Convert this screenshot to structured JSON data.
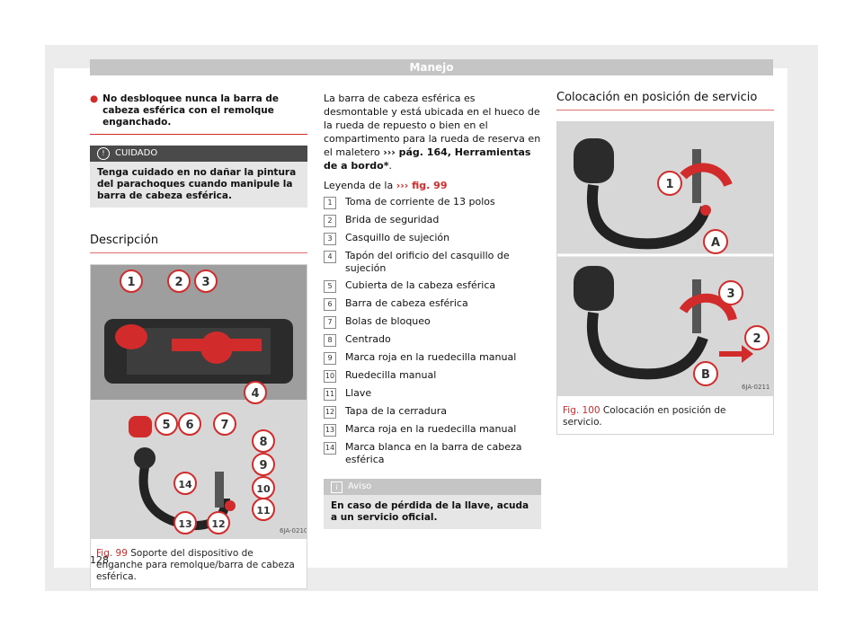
{
  "header": {
    "title": "Manejo"
  },
  "left": {
    "bullet_text": "No desbloquee nunca la barra de cabeza esférica con el remolque enganchado.",
    "caution": {
      "label": "CUIDADO",
      "text": "Tenga cuidado en no dañar la pintura del parachoques cuando manipule la barra de cabeza esférica."
    },
    "section_title": "Descripción",
    "figure": {
      "code": "6JA-0210",
      "callouts": [
        "1",
        "2",
        "3",
        "4",
        "5",
        "6",
        "7",
        "8",
        "9",
        "10",
        "11",
        "12",
        "13",
        "14"
      ],
      "caption_ref": "Fig. 99",
      "caption_text": "Soporte del dispositivo de enganche para remolque/barra de cabeza esférica."
    }
  },
  "middle": {
    "intro": "La barra de cabeza esférica es desmontable y está ubicada en el hueco de la rueda de repuesto o bien en el compartimento para la rueda de reserva en el maletero",
    "intro_link": "››› pág. 164, Herramientas de a bordo*",
    "legend_prefix": "Leyenda de la",
    "legend_link": "››› fig. 99",
    "legend": [
      {
        "n": "1",
        "t": "Toma de corriente de 13 polos"
      },
      {
        "n": "2",
        "t": "Brida de seguridad"
      },
      {
        "n": "3",
        "t": "Casquillo de sujeción"
      },
      {
        "n": "4",
        "t": "Tapón del orificio del casquillo de sujeción"
      },
      {
        "n": "5",
        "t": "Cubierta de la cabeza esférica"
      },
      {
        "n": "6",
        "t": "Barra de cabeza esférica"
      },
      {
        "n": "7",
        "t": "Bolas de bloqueo"
      },
      {
        "n": "8",
        "t": "Centrado"
      },
      {
        "n": "9",
        "t": "Marca roja en la ruedecilla manual"
      },
      {
        "n": "10",
        "t": "Ruedecilla manual"
      },
      {
        "n": "11",
        "t": "Llave"
      },
      {
        "n": "12",
        "t": "Tapa de la cerradura"
      },
      {
        "n": "13",
        "t": "Marca roja en la ruedecilla manual"
      },
      {
        "n": "14",
        "t": "Marca blanca en la barra de cabeza esférica"
      }
    ],
    "note": {
      "label": "Aviso",
      "text": "En caso de pérdida de la llave, acuda a un servicio oficial."
    }
  },
  "right": {
    "section_title": "Colocación en posición de servicio",
    "figure": {
      "code": "6JA-0211",
      "callouts": [
        "1",
        "A",
        "3",
        "2",
        "B"
      ],
      "caption_ref": "Fig. 100",
      "caption_text": "Colocación en posición de servicio."
    }
  },
  "page_number": "128",
  "colors": {
    "accent_red": "#d12b2b",
    "header_gray": "#c5c5c5",
    "caution_dark": "#4a4a4a"
  }
}
